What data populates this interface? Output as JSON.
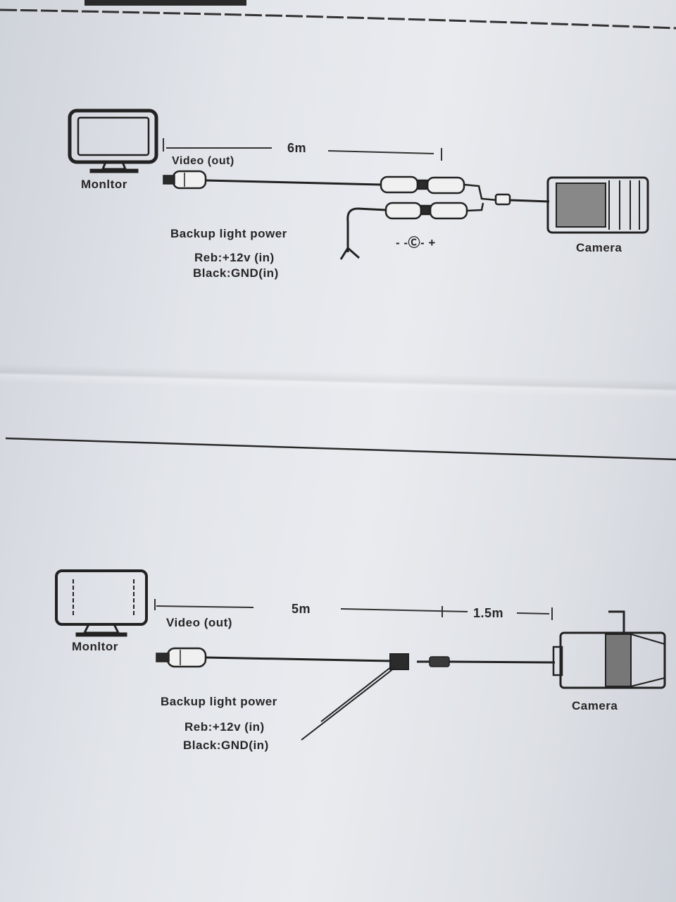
{
  "diagram_top": {
    "monitor_label": "Monltor",
    "video_label": "Video (out)",
    "cable_length": "6m",
    "power_label": "Backup light power",
    "red_wire": "Reb:+12v (in)",
    "black_wire": "Black:GND(in)",
    "dc_polarity": "- -Ⓒ- +",
    "camera_label": "Camera"
  },
  "diagram_bottom": {
    "monitor_label": "Monltor",
    "video_label": "Video (out)",
    "cable_length_main": "5m",
    "cable_length_camera": "1.5m",
    "power_label": "Backup light power",
    "red_wire": "Reb:+12v (in)",
    "black_wire": "Black:GND(in)",
    "camera_label": "Camera"
  }
}
